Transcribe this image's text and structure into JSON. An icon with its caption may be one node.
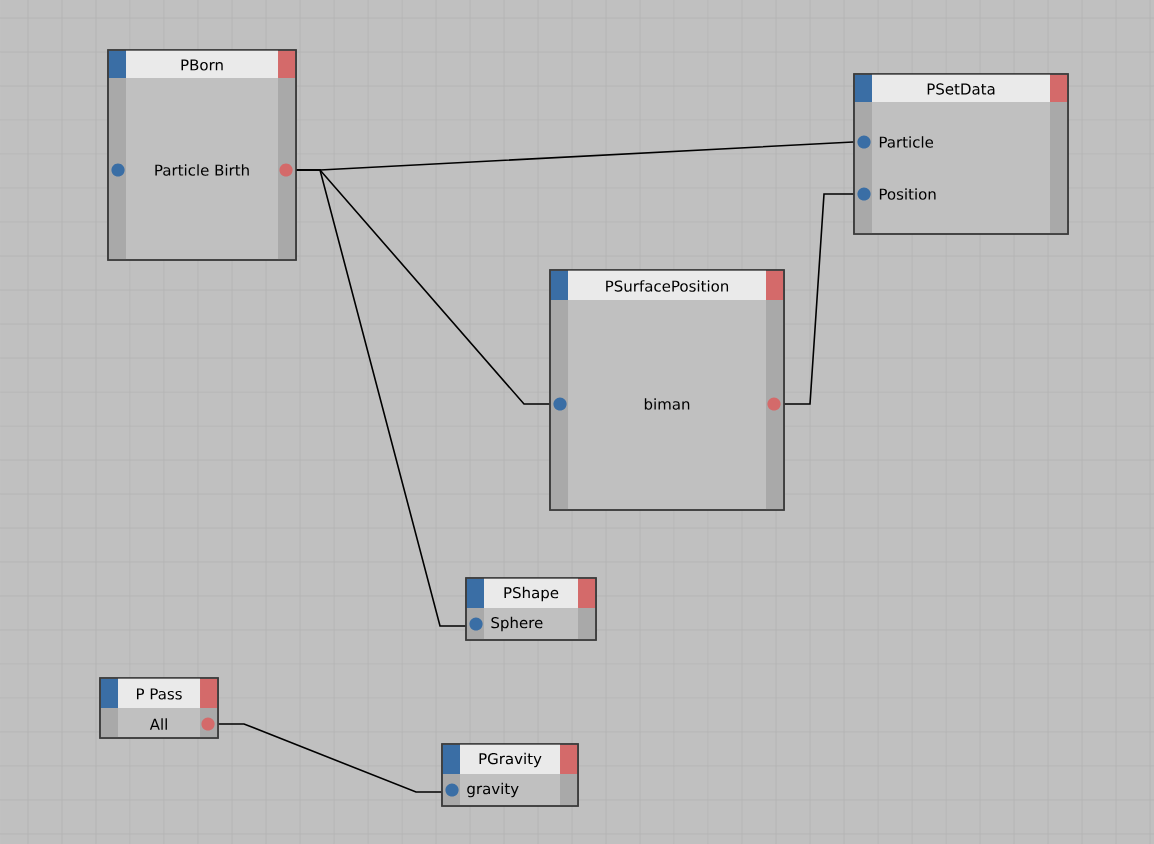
{
  "diagram": {
    "nodes": [
      {
        "text": [
          "PBorn",
          "Particle Birth"
        ]
      },
      {
        "text": [
          "PSetData",
          "Particle",
          "Position"
        ]
      },
      {
        "text": [
          "PSurfacePosition",
          "biman"
        ]
      },
      {
        "text": [
          "PShape",
          "Sphere"
        ]
      },
      {
        "text": [
          "P Pass",
          "All"
        ]
      },
      {
        "text": [
          "PGravity",
          "gravity"
        ]
      }
    ],
    "edges": [
      {
        "from": 0,
        "to": 1,
        "arrow": "none"
      },
      {
        "from": 0,
        "to": 2,
        "arrow": "none"
      },
      {
        "from": 0,
        "to": 3,
        "arrow": "none"
      },
      {
        "from": 2,
        "to": 1,
        "arrow": "none"
      },
      {
        "from": 4,
        "to": 5,
        "arrow": "none"
      }
    ]
  }
}
